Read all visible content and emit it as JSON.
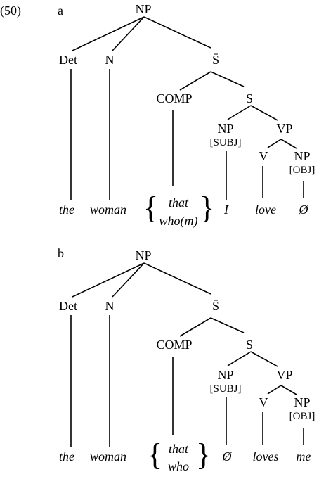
{
  "example_number": "(50)",
  "tree_a": {
    "label": "a",
    "NP": "NP",
    "Det": "Det",
    "N": "N",
    "Sbar": "S̄",
    "COMP": "COMP",
    "S": "S",
    "NP_subj": "NP",
    "subj_feature": "[SUBJ]",
    "VP": "VP",
    "V": "V",
    "NP_obj": "NP",
    "obj_feature": "[OBJ]",
    "word_det": "the",
    "word_n": "woman",
    "comp_option_1": "that",
    "comp_option_2": "who(m)",
    "word_subj": "I",
    "word_v": "love",
    "word_obj": "Ø"
  },
  "tree_b": {
    "label": "b",
    "NP": "NP",
    "Det": "Det",
    "N": "N",
    "Sbar": "S̄",
    "COMP": "COMP",
    "S": "S",
    "NP_subj": "NP",
    "subj_feature": "[SUBJ]",
    "VP": "VP",
    "V": "V",
    "NP_obj": "NP",
    "obj_feature": "[OBJ]",
    "word_det": "the",
    "word_n": "woman",
    "comp_option_1": "that",
    "comp_option_2": "who",
    "word_subj": "Ø",
    "word_v": "loves",
    "word_obj": "me"
  }
}
